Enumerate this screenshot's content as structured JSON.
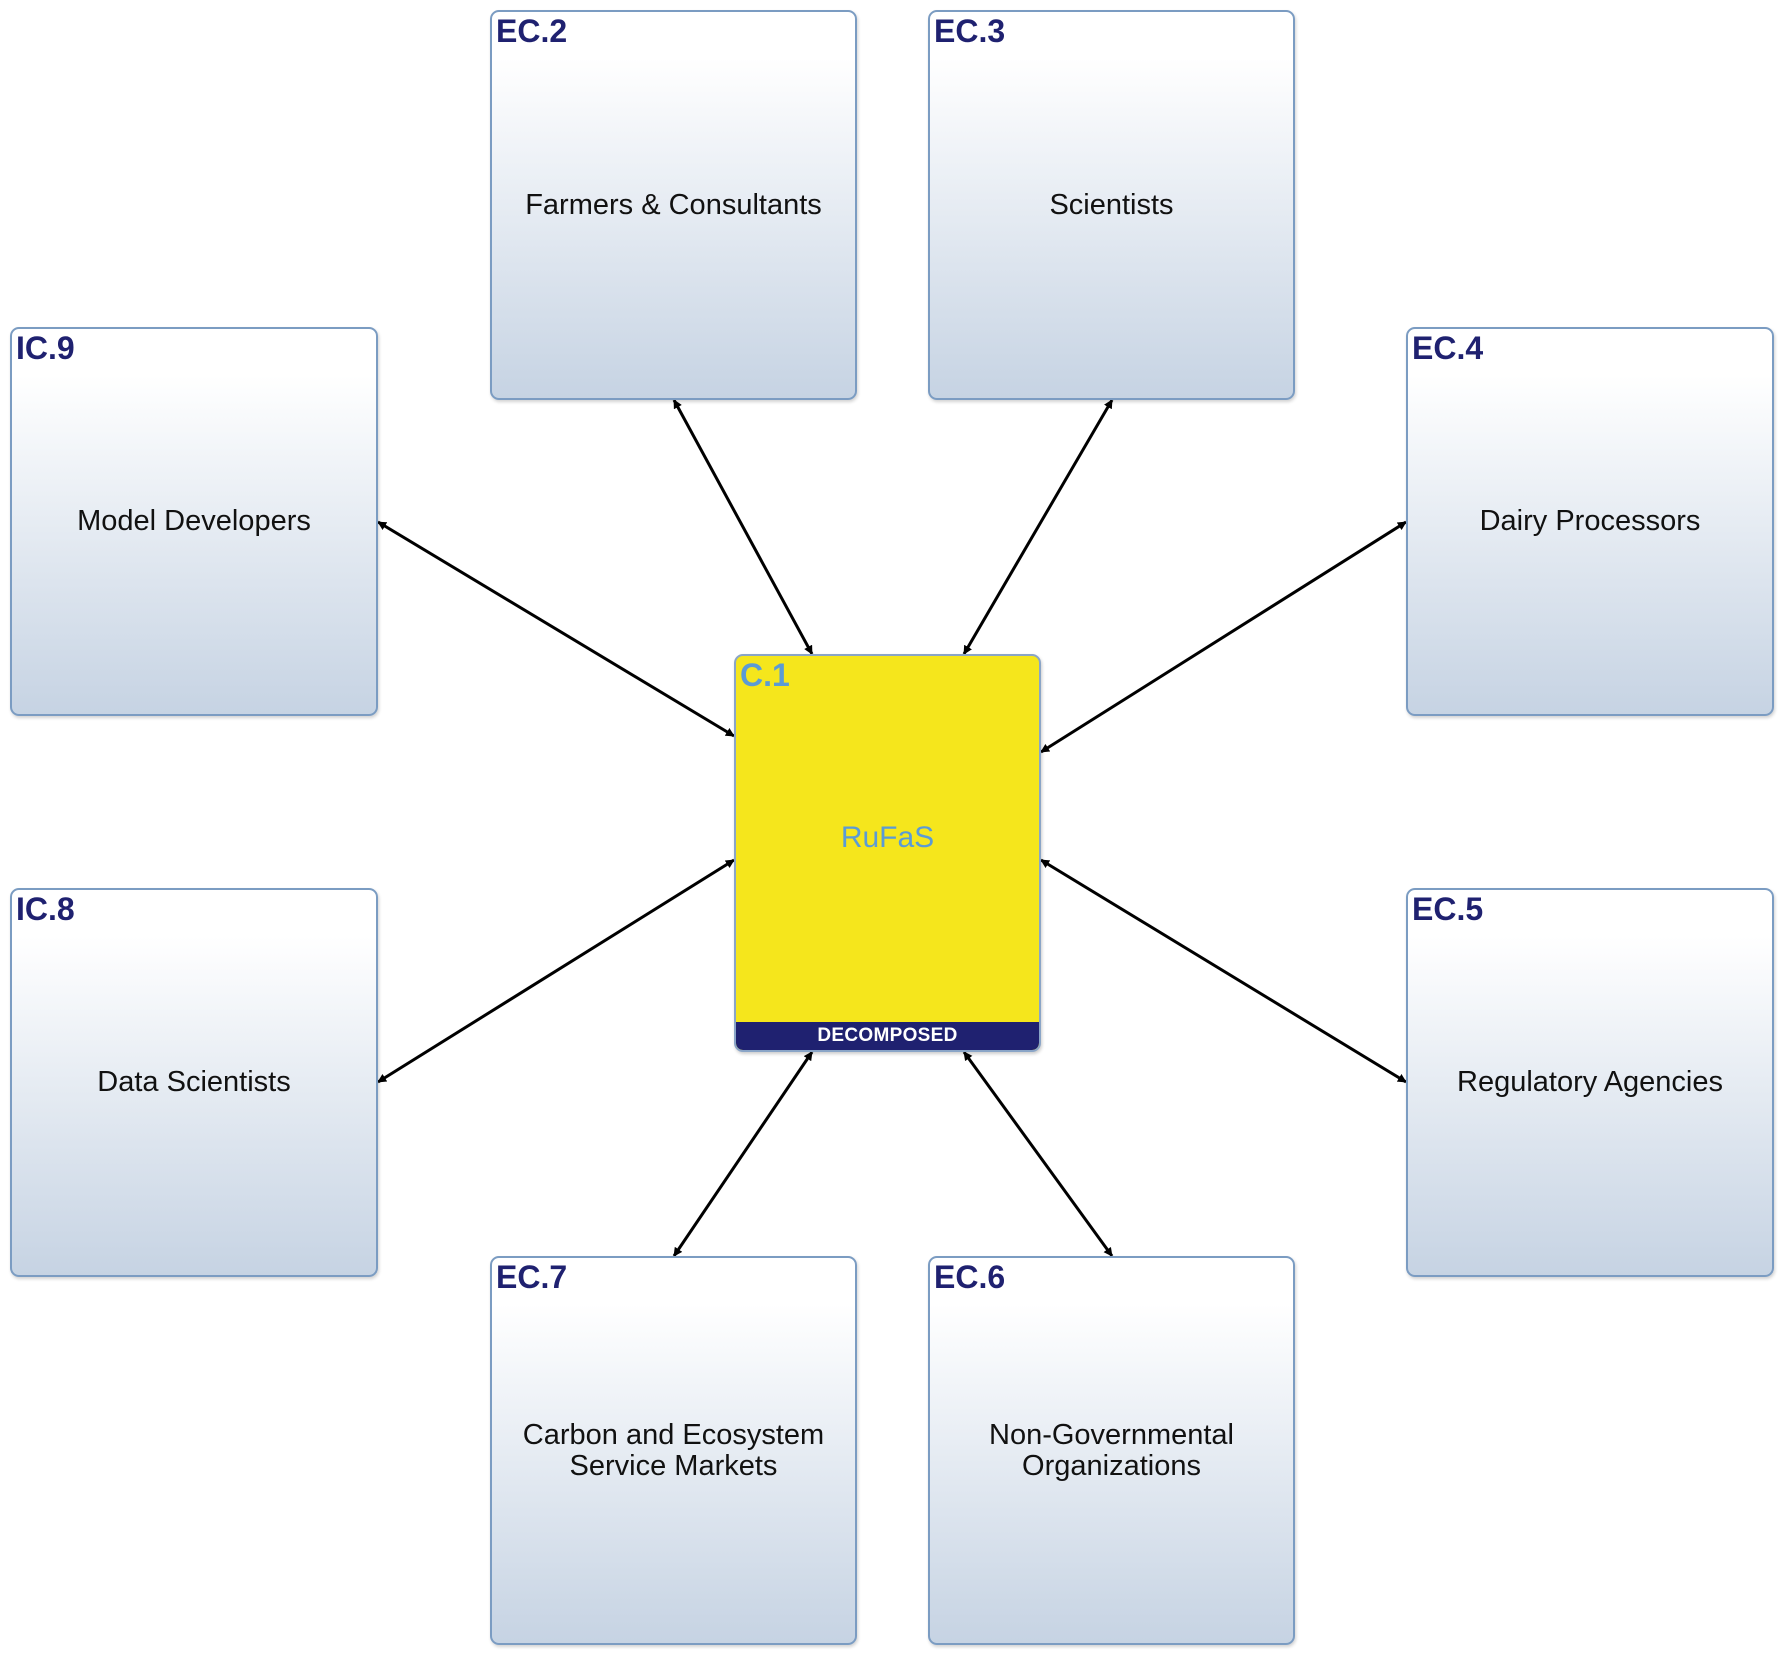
{
  "center": {
    "id": "C.1",
    "label": "RuFaS",
    "status": "DECOMPOSED"
  },
  "nodes": [
    {
      "id": "EC.2",
      "label": "Farmers & Consultants"
    },
    {
      "id": "EC.3",
      "label": "Scientists"
    },
    {
      "id": "EC.4",
      "label": "Dairy Processors"
    },
    {
      "id": "EC.5",
      "label": "Regulatory Agencies"
    },
    {
      "id": "EC.6",
      "label": "Non-Governmental Organizations"
    },
    {
      "id": "EC.7",
      "label": "Carbon and Ecosystem Service Markets"
    },
    {
      "id": "IC.8",
      "label": "Data Scientists"
    },
    {
      "id": "IC.9",
      "label": "Model Developers"
    }
  ],
  "connections": [
    {
      "from": "C.1",
      "to": "EC.2",
      "direction": "bidirectional"
    },
    {
      "from": "C.1",
      "to": "EC.3",
      "direction": "bidirectional"
    },
    {
      "from": "C.1",
      "to": "EC.4",
      "direction": "bidirectional"
    },
    {
      "from": "C.1",
      "to": "EC.5",
      "direction": "bidirectional"
    },
    {
      "from": "C.1",
      "to": "EC.6",
      "direction": "bidirectional"
    },
    {
      "from": "C.1",
      "to": "EC.7",
      "direction": "bidirectional"
    },
    {
      "from": "C.1",
      "to": "IC.8",
      "direction": "bidirectional"
    },
    {
      "from": "C.1",
      "to": "IC.9",
      "direction": "bidirectional"
    }
  ],
  "colors": {
    "id_text": "#1f2170",
    "center_fill": "#f5e61c",
    "center_text": "#5b9bd5",
    "status_band": "#1f2170",
    "node_border": "#7b9cc2"
  }
}
